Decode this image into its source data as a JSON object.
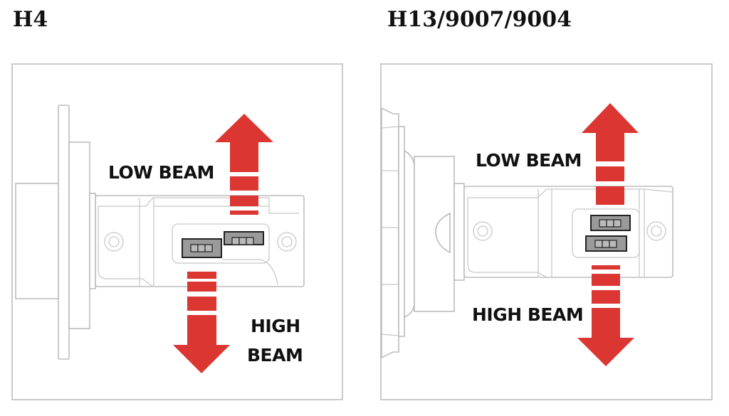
{
  "panels": [
    {
      "title": "H4",
      "low_label": "LOW BEAM",
      "high_label_line1": "HIGH",
      "high_label_line2": "BEAM"
    },
    {
      "title": "H13/9007/9004",
      "low_label": "LOW BEAM",
      "high_label": "HIGH BEAM"
    }
  ],
  "colors": {
    "arrow": "#dc3632",
    "outline": "#bdbdbd",
    "text": "#111111"
  }
}
